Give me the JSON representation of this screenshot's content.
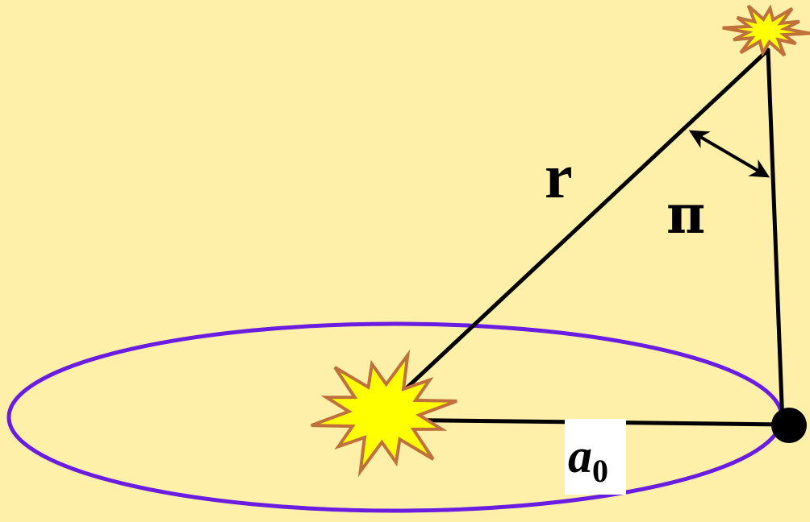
{
  "labels": {
    "distance": "r",
    "parallax_angle": "π",
    "orbit_radius_symbol": "a",
    "orbit_radius_subscript": "0"
  },
  "colors": {
    "background": "#FEF0A8",
    "orbit": "#6A1DE0",
    "star_fill": "#FFFF00",
    "star_stroke": "#C0703A",
    "lines": "#000000",
    "label_box": "#FFFFFF"
  },
  "icons": {
    "sun": "sun-burst-icon",
    "distant_star": "distant-star-burst-icon",
    "planet": "planet-dot-icon"
  }
}
